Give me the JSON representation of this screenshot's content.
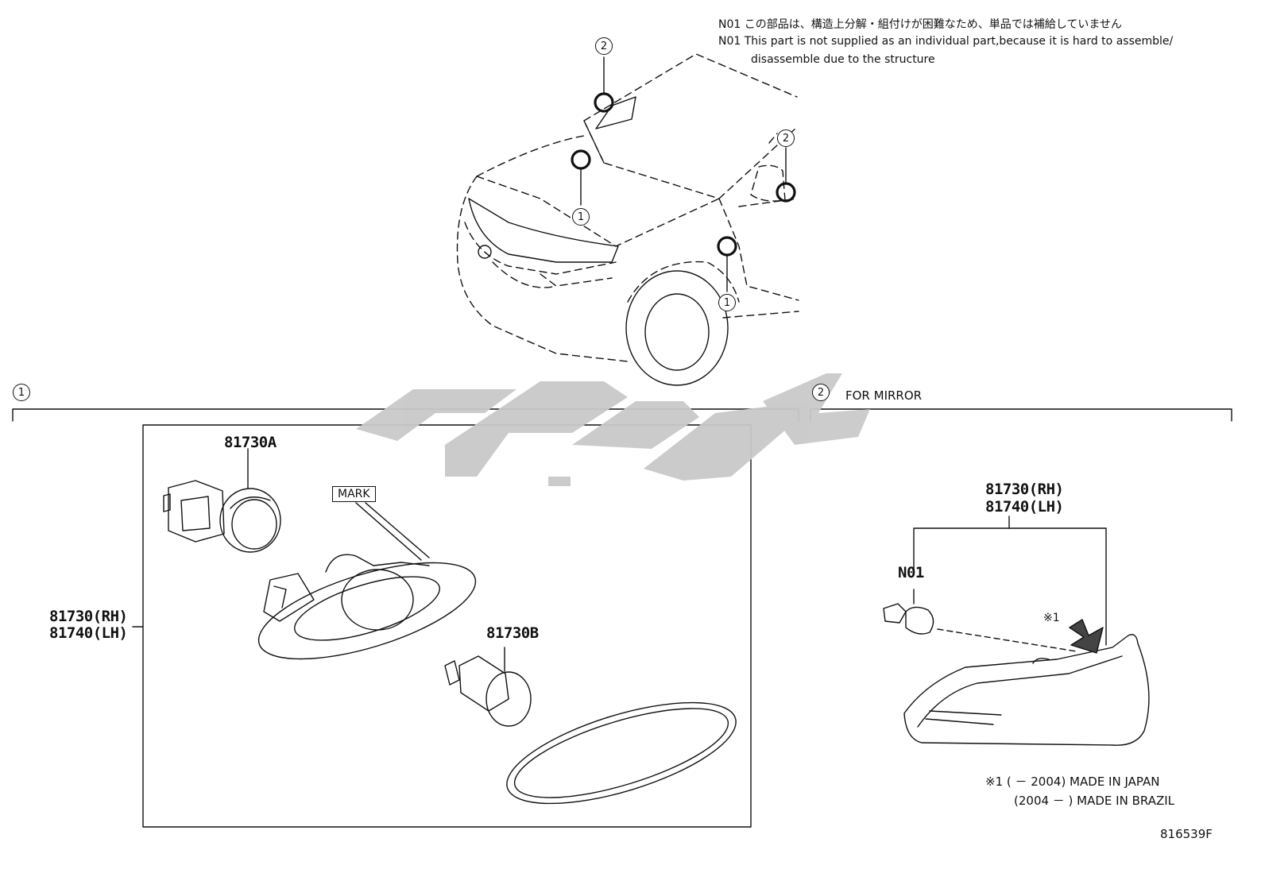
{
  "notes": {
    "n01_ja": "N01 この部品は、構造上分解・組付けが困難なため、単品では補給していません",
    "n01_en_line1": "N01 This part is not supplied as an individual part,because it is hard to assemble/",
    "n01_en_line2": "disassemble due to the structure"
  },
  "callouts": {
    "one": "1",
    "two": "2"
  },
  "section1": {
    "label": "1",
    "part_81730A": "81730A",
    "part_81730B": "81730B",
    "mark": "MARK",
    "assembly_rh": "81730(RH)",
    "assembly_lh": "81740(LH)"
  },
  "section2": {
    "label": "2",
    "title": "FOR MIRROR",
    "assembly_rh": "81730(RH)",
    "assembly_lh": "81740(LH)",
    "bulb": "N01",
    "asterisk": "※1"
  },
  "footnote": {
    "line1": "※1 (      － 2004) MADE IN JAPAN",
    "line2": "(2004 －      ) MADE IN BRAZIL"
  },
  "drawing_id": "816539F",
  "colors": {
    "ink": "#111111",
    "watermark": "#c9c9c9"
  }
}
